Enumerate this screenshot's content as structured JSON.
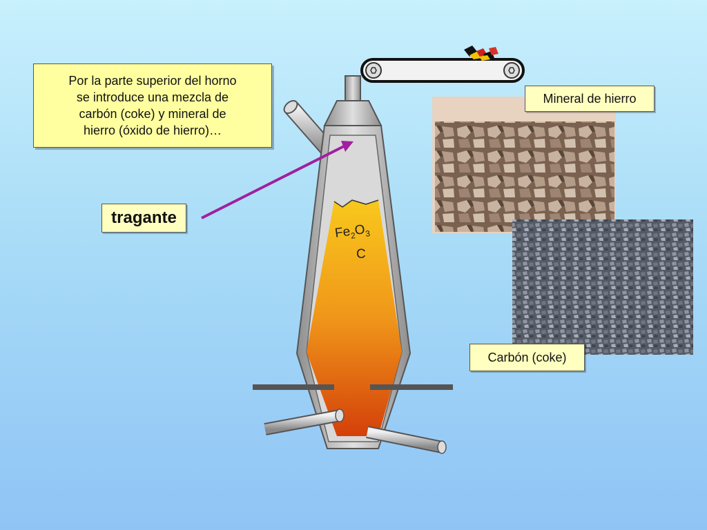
{
  "callout": {
    "lines": [
      "Por la parte superior del horno",
      "se introduce una mezcla de",
      "carbón (coke) y mineral de",
      "hierro (óxido de hierro)…"
    ]
  },
  "labels": {
    "tragante": "tragante",
    "mineral": "Mineral de hierro",
    "carbon": "Carbón (coke)"
  },
  "furnace": {
    "formula_fe": "Fe",
    "formula_sub2": "2",
    "formula_o": "O",
    "formula_sub3": "3",
    "carbon_symbol": "C"
  },
  "colors": {
    "arrow": "#a020a0",
    "molten_top": "#f7c21a",
    "molten_bottom": "#d6450a",
    "steel": "#b5b5b5"
  }
}
